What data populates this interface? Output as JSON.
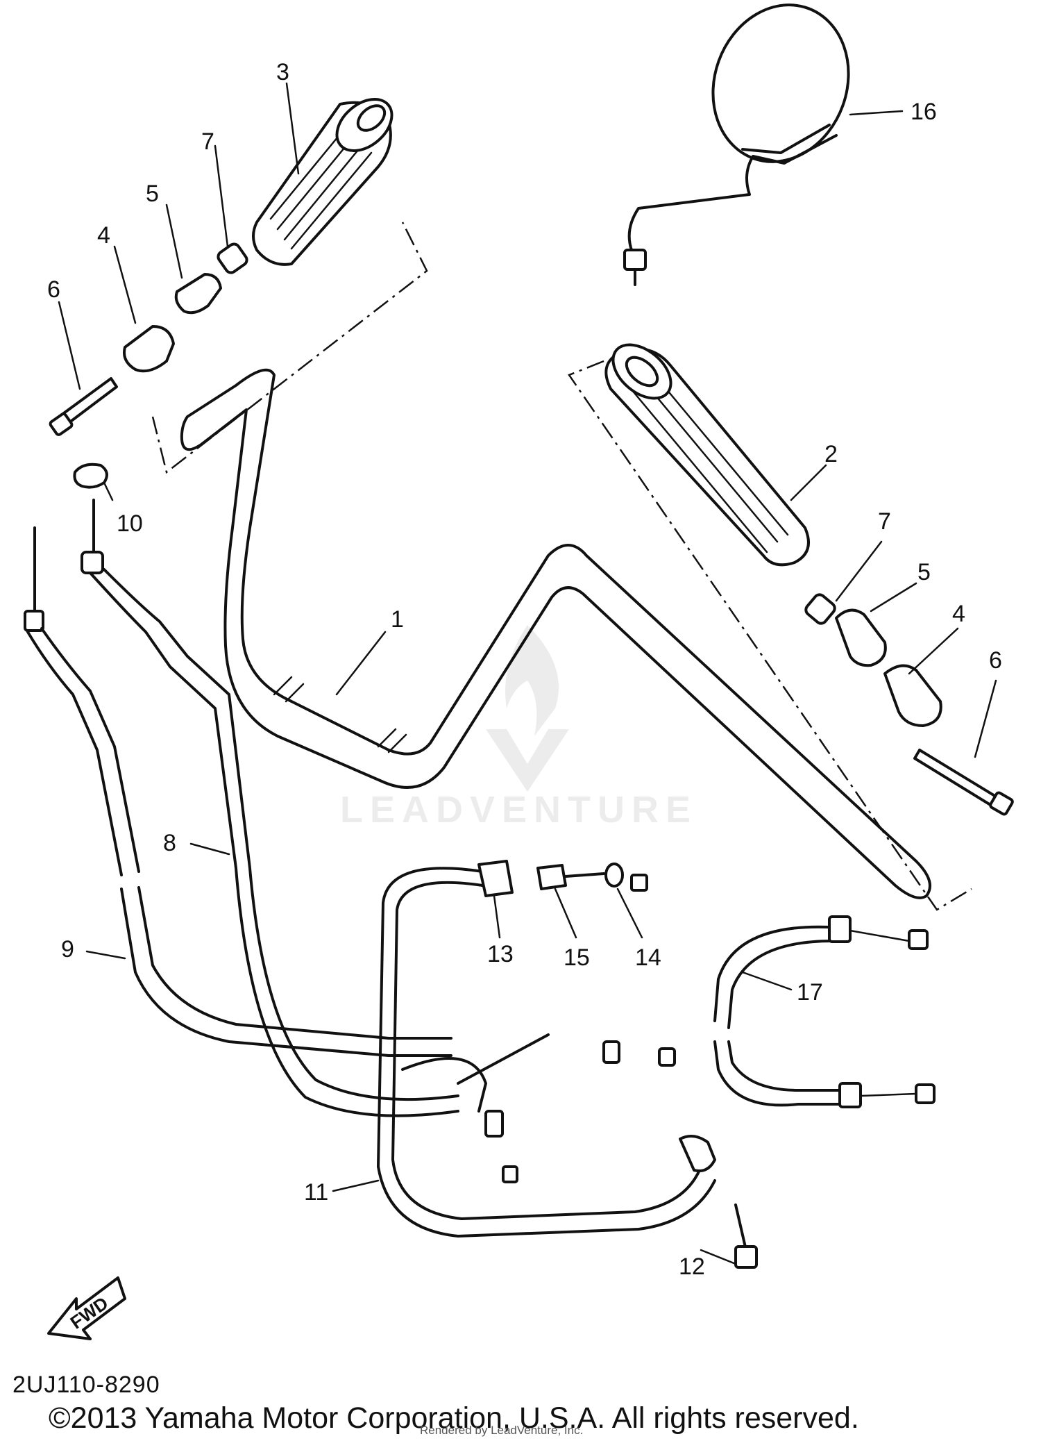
{
  "diagram": {
    "callouts": [
      {
        "id": "c1",
        "label": "1"
      },
      {
        "id": "c2",
        "label": "2"
      },
      {
        "id": "c3",
        "label": "3"
      },
      {
        "id": "c4a",
        "label": "4"
      },
      {
        "id": "c4b",
        "label": "4"
      },
      {
        "id": "c5a",
        "label": "5"
      },
      {
        "id": "c5b",
        "label": "5"
      },
      {
        "id": "c6a",
        "label": "6"
      },
      {
        "id": "c6b",
        "label": "6"
      },
      {
        "id": "c7a",
        "label": "7"
      },
      {
        "id": "c7b",
        "label": "7"
      },
      {
        "id": "c8",
        "label": "8"
      },
      {
        "id": "c9",
        "label": "9"
      },
      {
        "id": "c10",
        "label": "10"
      },
      {
        "id": "c11",
        "label": "11"
      },
      {
        "id": "c12",
        "label": "12"
      },
      {
        "id": "c13",
        "label": "13"
      },
      {
        "id": "c14",
        "label": "14"
      },
      {
        "id": "c15",
        "label": "15"
      },
      {
        "id": "c16",
        "label": "16"
      },
      {
        "id": "c17",
        "label": "17"
      }
    ],
    "fwd_label": "FWD",
    "diagram_code": "2UJ110-8290",
    "watermark": "LEADVENTURE"
  },
  "footer": {
    "copyright": "©2013 Yamaha Motor Corporation, U.S.A. All rights reserved.",
    "render_credit": "Rendered by LeadVenture, Inc."
  }
}
